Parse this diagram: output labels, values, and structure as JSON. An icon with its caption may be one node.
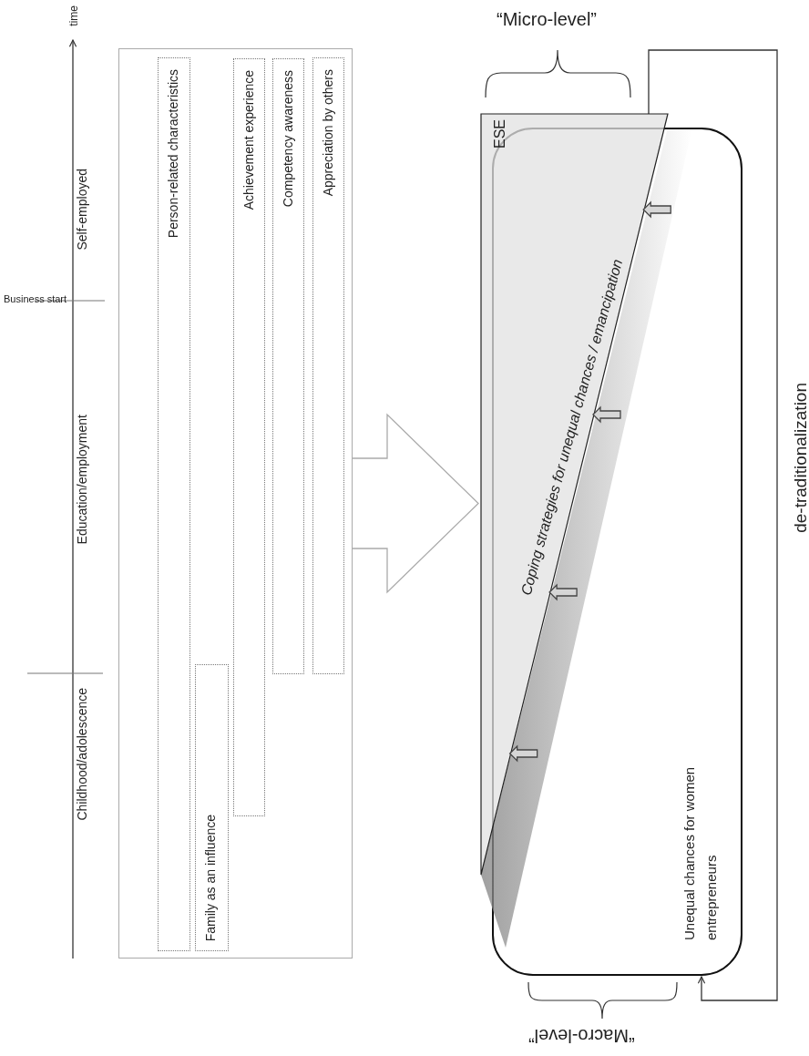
{
  "diagram": {
    "nodes": [
      {
        "text": [],
        "shape": "box"
      },
      {
        "text": [
          "Person-related characteristics"
        ],
        "in": 0
      },
      {
        "text": [
          "Family as an influence"
        ],
        "in": 0
      },
      {
        "text": [
          "Achievement experience"
        ],
        "in": 0
      },
      {
        "text": [
          "Competency awareness"
        ],
        "in": 0
      },
      {
        "text": [
          "Appreciation by others"
        ],
        "in": 0
      },
      {
        "text": [
          "ESE",
          "Coping strategies for unequal chances / emancipation"
        ]
      },
      {
        "text": [
          "Unequal chances for women entrepreneurs"
        ]
      }
    ],
    "edges": [
      {
        "from": 0,
        "to": 6,
        "arrow": "to"
      },
      {
        "from": 7,
        "to": 6,
        "arrow": "to"
      },
      {
        "from": 7,
        "to": 6,
        "arrow": "to"
      },
      {
        "from": 7,
        "to": 6,
        "arrow": "to"
      },
      {
        "from": 7,
        "to": 6,
        "arrow": "to"
      },
      {
        "from": 6,
        "to": 7,
        "arrow": "to",
        "label": "de-traditionalization"
      }
    ],
    "labels": [
      "time",
      "Self-employed",
      "Business start",
      "Education/employment",
      "Childhood/adolescence",
      "“Micro-level”",
      "“Macro-level”"
    ]
  }
}
